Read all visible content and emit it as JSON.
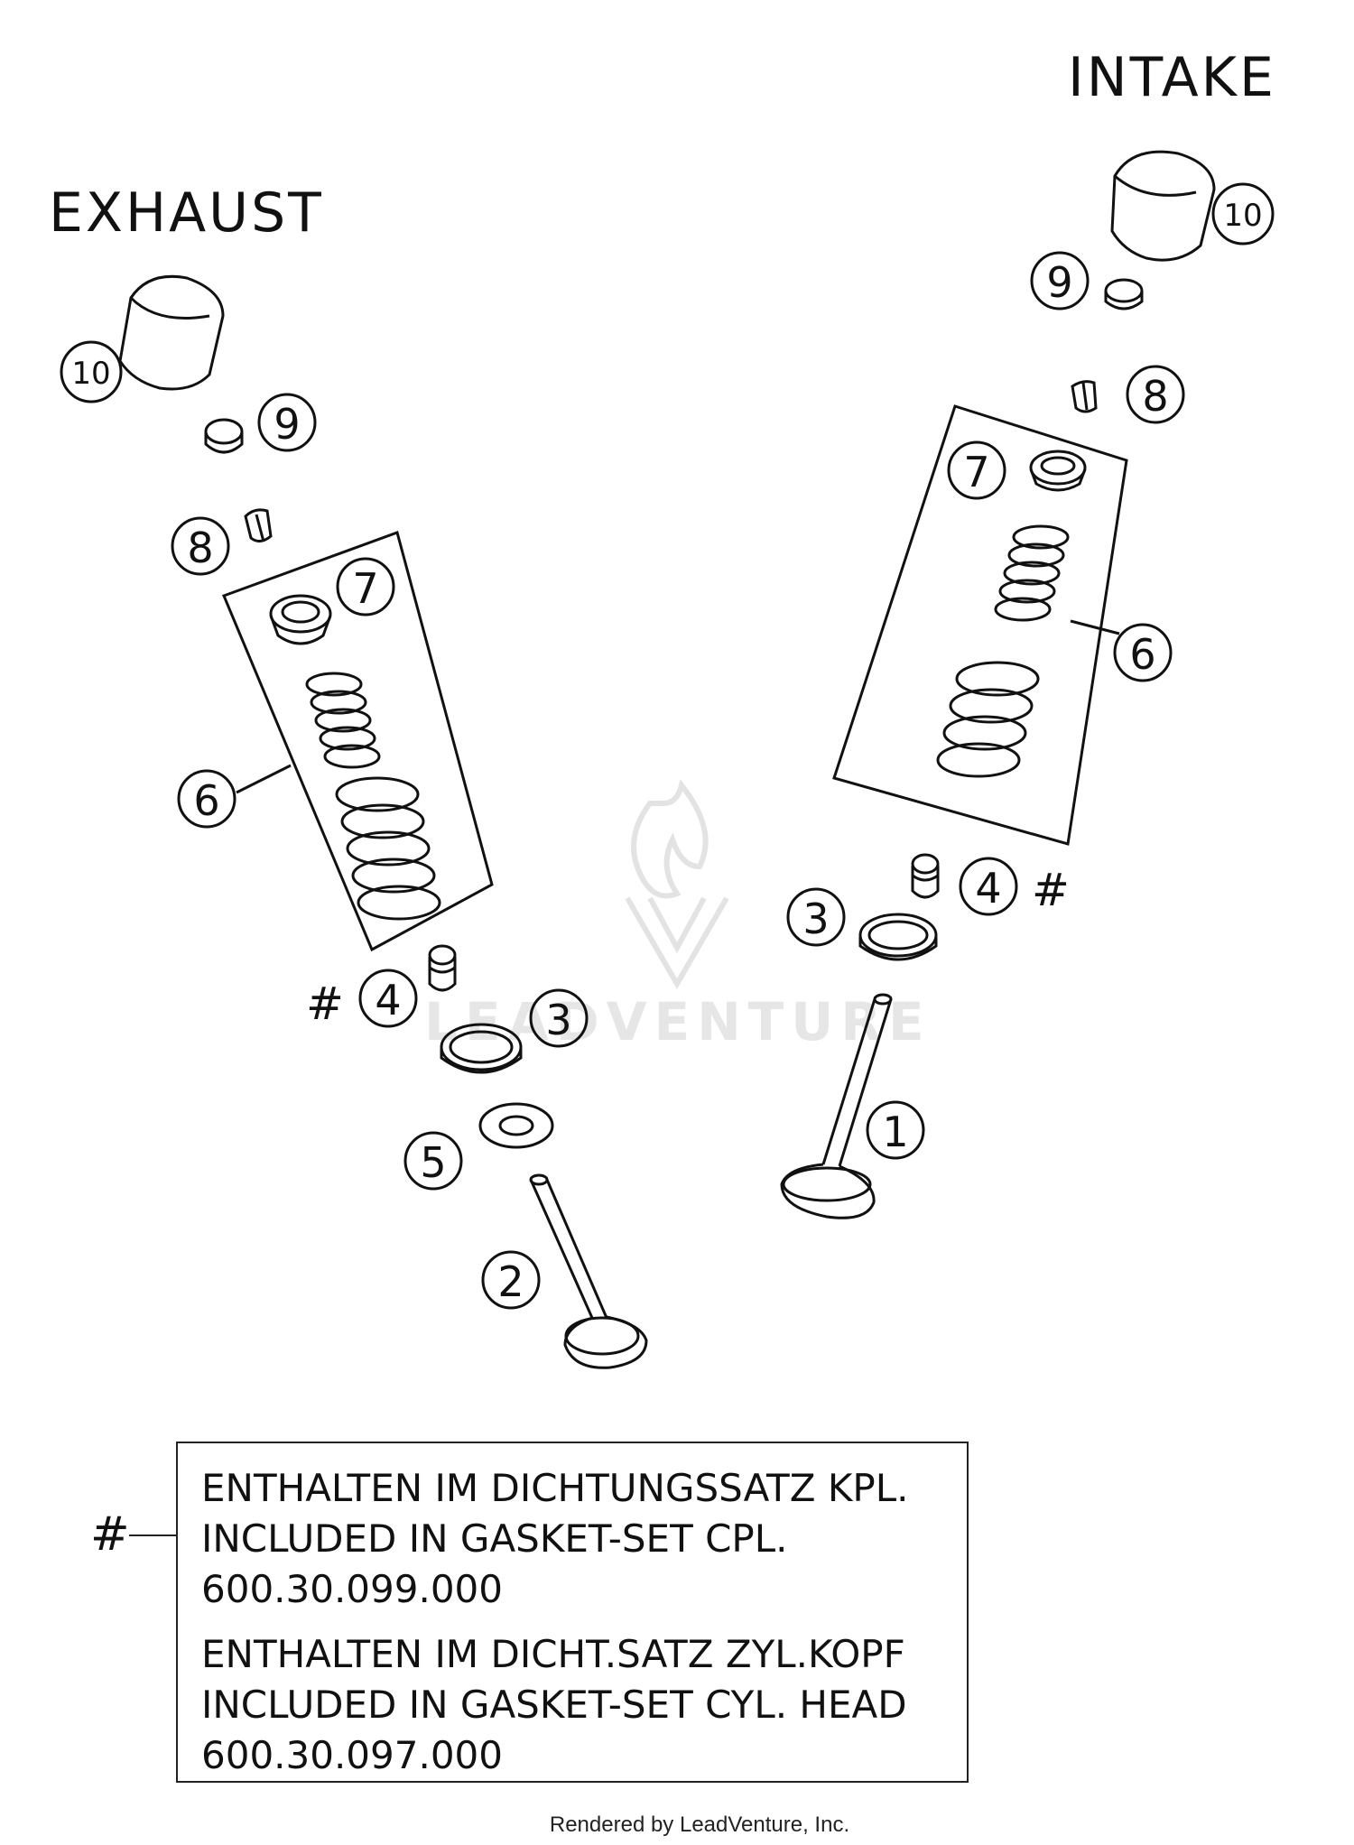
{
  "headers": {
    "intake": "INTAKE",
    "exhaust": "EXHAUST"
  },
  "exhaust_callouts": {
    "c10": "10",
    "c9": "9",
    "c8": "8",
    "c7": "7",
    "c6": "6",
    "c4": "4",
    "c3": "3",
    "c5": "5",
    "c2": "2",
    "hash": "#"
  },
  "intake_callouts": {
    "c10": "10",
    "c9": "9",
    "c8": "8",
    "c7": "7",
    "c6": "6",
    "c4": "4",
    "c3": "3",
    "c1": "1",
    "hash": "#"
  },
  "note": {
    "marker": "#",
    "line1": "ENTHALTEN IM DICHTUNGSSATZ KPL.",
    "line2": "INCLUDED IN GASKET-SET CPL.",
    "line3": "600.30.099.000",
    "line4": "ENTHALTEN IM DICHT.SATZ ZYL.KOPF",
    "line5": "INCLUDED IN GASKET-SET CYL. HEAD",
    "line6": "600.30.097.000"
  },
  "watermark": "LEADVENTURE",
  "footer": "Rendered by LeadVenture, Inc."
}
